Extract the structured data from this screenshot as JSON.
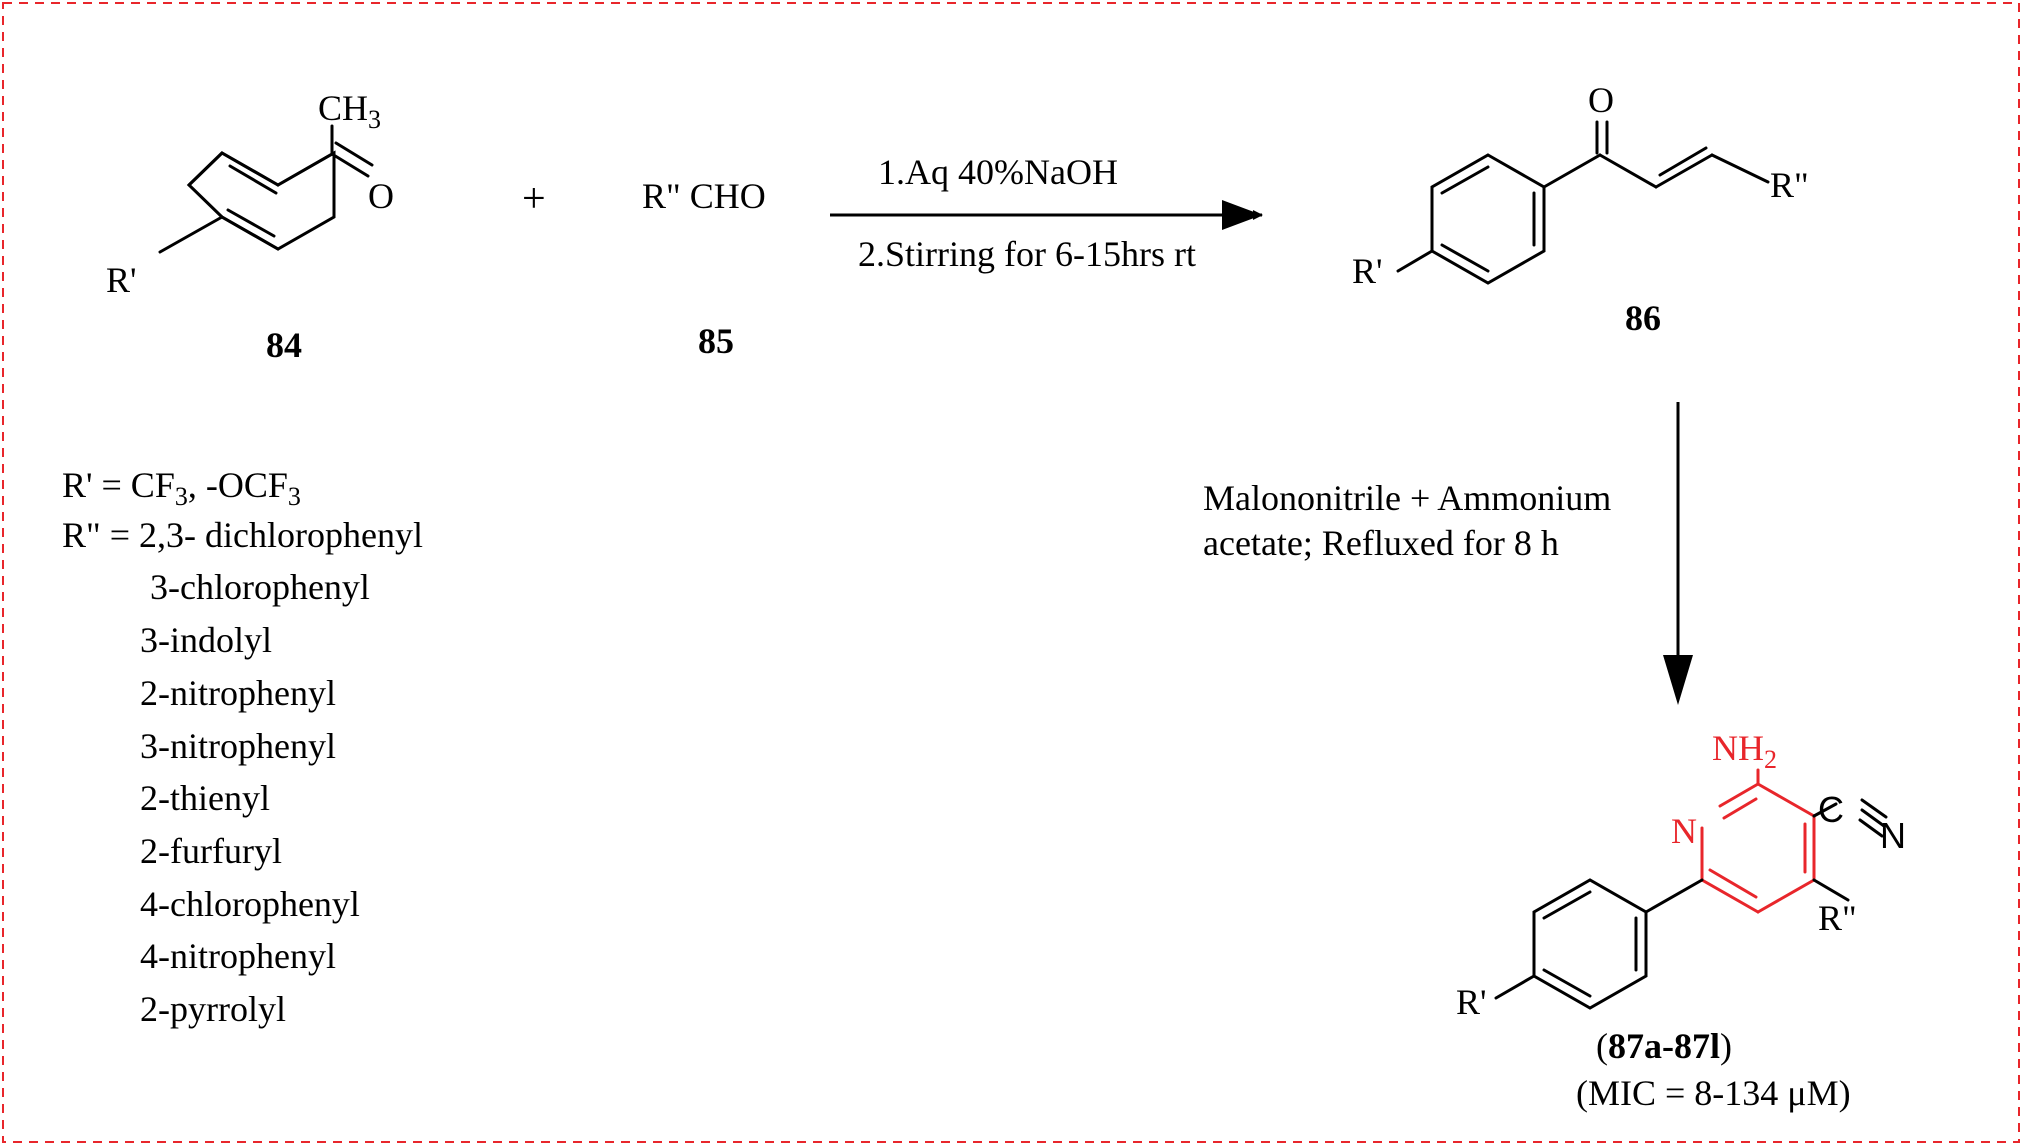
{
  "colors": {
    "border": "#e8262b",
    "highlight": "#e8262b",
    "ink": "#000000"
  },
  "reactant_84": {
    "label": "84",
    "methyl": "CH",
    "methyl_sub": "3",
    "oxygen": "O",
    "substituent": "R'"
  },
  "plus_sign": "+",
  "reactant_85": {
    "formula": "R\" CHO",
    "label": "85"
  },
  "step1": {
    "line1": "1.Aq 40%NaOH",
    "line2": "2.Stirring for 6-15hrs rt"
  },
  "product_86": {
    "label": "86",
    "oxygen": "O",
    "r_double": "R\"",
    "r_single": "R'"
  },
  "step2": {
    "line1": "Malononitrile + Ammonium",
    "line2": "acetate; Refluxed for 8 h"
  },
  "substituents": {
    "r1_label": "R' = CF",
    "r1_sub1": "3",
    "r1_mid": ", -OCF",
    "r1_sub2": "3",
    "r2_label": "R\" = 2,3- dichlorophenyl",
    "list": [
      "3-chlorophenyl",
      "3-indolyl",
      "2-nitrophenyl",
      "3-nitrophenyl",
      "2-thienyl",
      "2-furfuryl",
      "4-chlorophenyl",
      "4-nitrophenyl",
      "2-pyrrolyl"
    ]
  },
  "product_87": {
    "amine": "NH",
    "amine_sub": "2",
    "ring_n": "N",
    "nitrile_c": "C",
    "nitrile_n": "N",
    "r_double": "R\"",
    "r_single": "R'",
    "label_open": "(",
    "label": "87a-87l",
    "label_close": ")",
    "mic": "(MIC = 8-134 μM)"
  }
}
